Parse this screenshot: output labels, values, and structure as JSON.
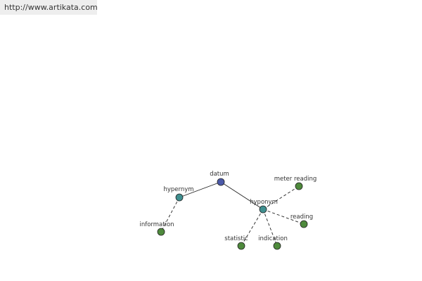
{
  "header": {
    "url_text": "http://www.artikata.com"
  },
  "diagram": {
    "colors": {
      "root": "#4b59a8",
      "relation": "#3f8f8f",
      "term": "#4e8a3c",
      "edge": "#222222"
    },
    "root": {
      "label": "datum"
    },
    "relations": [
      {
        "label": "hypernym",
        "terms": [
          {
            "label": "information"
          }
        ]
      },
      {
        "label": "hyponym",
        "terms": [
          {
            "label": "meter reading"
          },
          {
            "label": "reading"
          },
          {
            "label": "indication"
          },
          {
            "label": "statistic"
          }
        ]
      }
    ]
  }
}
